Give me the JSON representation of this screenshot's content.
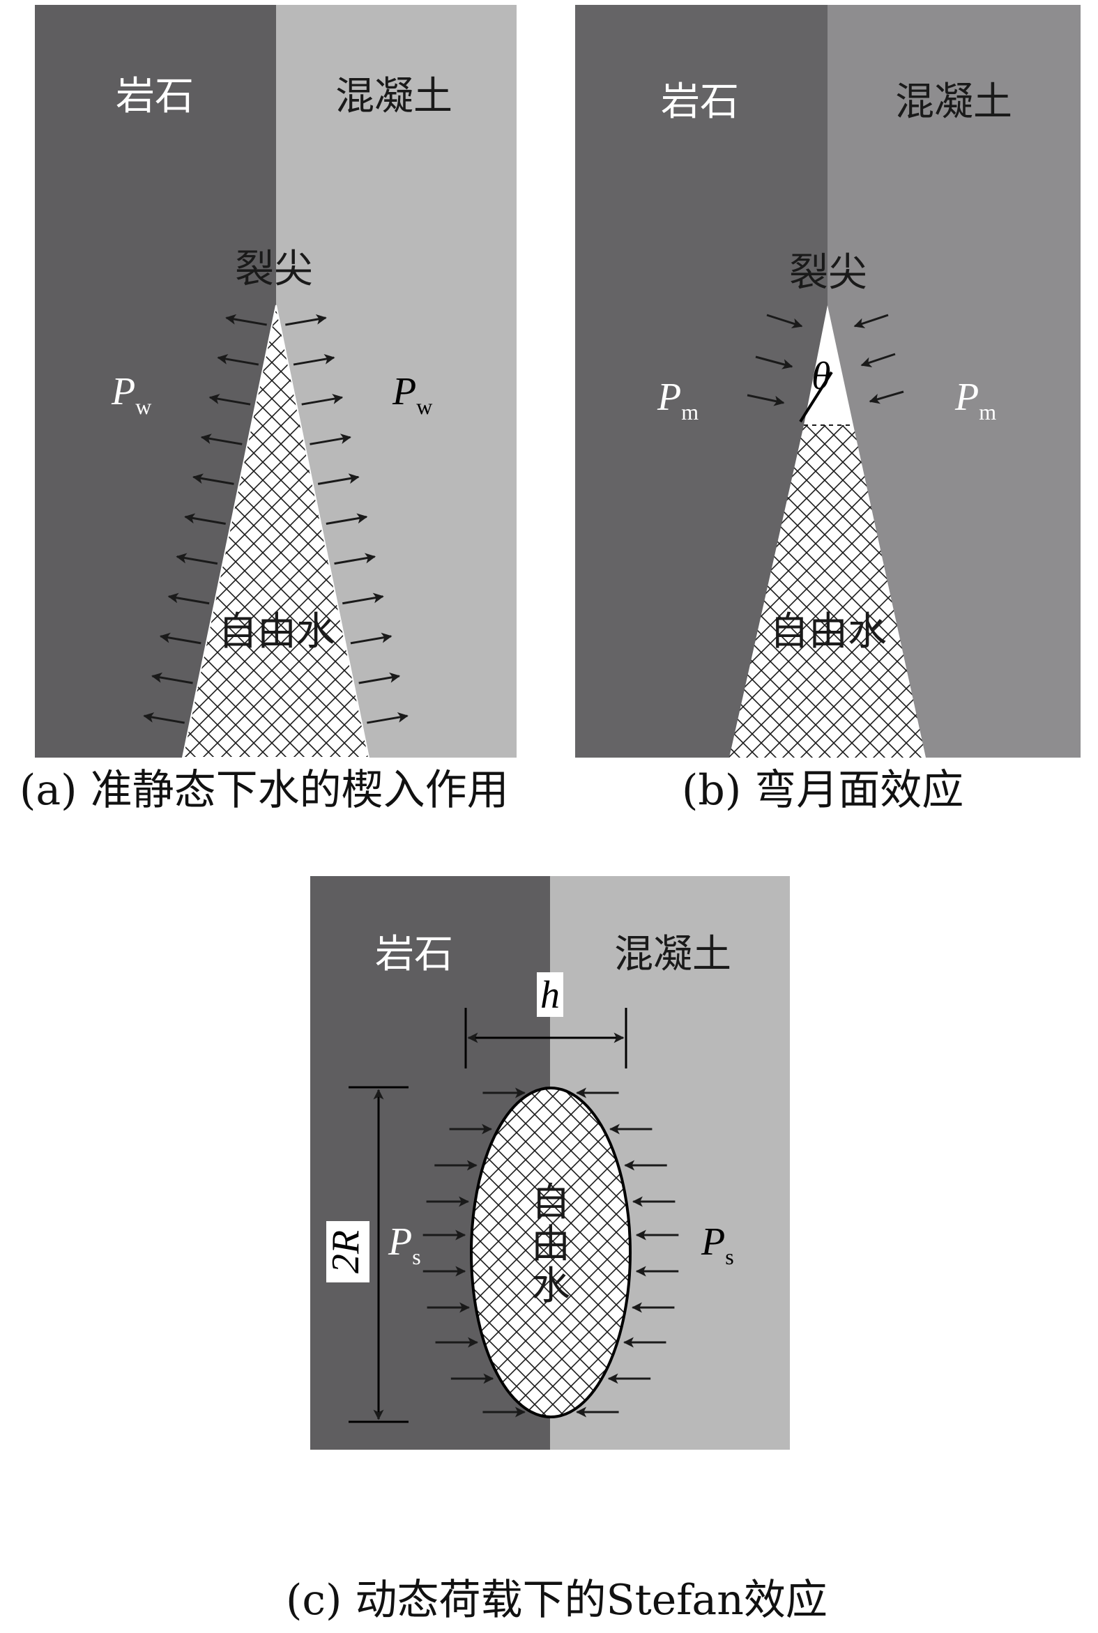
{
  "colors": {
    "rock_a": "#5f5e60",
    "concrete_a": "#b9b9b9",
    "rock_b": "#656466",
    "concrete_b": "#8e8d8f",
    "rock_c": "#5f5e60",
    "concrete_c": "#b9b9b9",
    "water_fill": "#ffffff",
    "arrow": "#1a1a1a"
  },
  "panel_a": {
    "rock_label": "岩石",
    "concrete_label": "混凝土",
    "tip_label": "裂尖",
    "pressure_left": {
      "symbol": "P",
      "subscript": "w"
    },
    "pressure_right": {
      "symbol": "P",
      "subscript": "w"
    },
    "water_label": "自由水",
    "caption": "(a) 准静态下水的楔入作用"
  },
  "panel_b": {
    "rock_label": "岩石",
    "concrete_label": "混凝土",
    "tip_label": "裂尖",
    "pressure_left": {
      "symbol": "P",
      "subscript": "m"
    },
    "pressure_right": {
      "symbol": "P",
      "subscript": "m"
    },
    "angle_label": "θ",
    "water_label": "自由水",
    "caption": "(b) 弯月面效应"
  },
  "panel_c": {
    "rock_label": "岩石",
    "concrete_label": "混凝土",
    "width_label": "h",
    "height_label": "2R",
    "pressure_left": {
      "symbol": "P",
      "subscript": "s"
    },
    "pressure_right": {
      "symbol": "P",
      "subscript": "s"
    },
    "water_label_chars": [
      "自",
      "由",
      "水"
    ],
    "caption": "(c) 动态荷载下的Stefan效应"
  }
}
